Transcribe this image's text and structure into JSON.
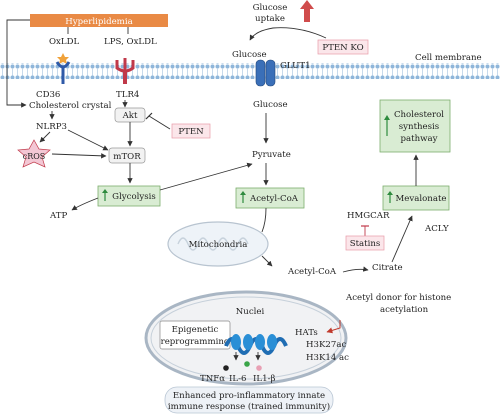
{
  "labels": {
    "hyperlipidemia": "Hyperlipidemia",
    "oxldl": "OxLDL",
    "lps_oxldl": "LPS, OxLDL",
    "cd36": "CD36",
    "tlr4": "TLR4",
    "cholesterol_crystal": "Cholesterol crystal",
    "nlrp3": "NLRP3",
    "akt": "Akt",
    "pten": "PTEN",
    "cros": "cROS",
    "mtor": "mTOR",
    "glycolysis": "Glycolysis",
    "atp": "ATP",
    "glucose_uptake_1": "Glucose",
    "glucose_uptake_2": "uptake",
    "pten_ko": "PTEN KO",
    "glucose_top": "Glucose",
    "glut1": "GLUT1",
    "cell_membrane": "Cell membrane",
    "glucose_inner": "Glucose",
    "pyruvate": "Pyruvate",
    "acetyl_coa_box": "Acetyl-CoA",
    "mitochondria": "Mitochondria",
    "acetyl_coa_free": "Acetyl-CoA",
    "citrate": "Citrate",
    "acly": "ACLY",
    "hmgcar": "HMGCAR",
    "statins": "Statins",
    "mevalonate": "Mevalonate",
    "chol_synth_1": "Cholesterol",
    "chol_synth_2": "synthesis",
    "chol_synth_3": "pathway",
    "nuclei": "Nuclei",
    "hats": "HATs",
    "acetyl_donor_1": "Acetyl donor for histone",
    "acetyl_donor_2": "acetylation",
    "epigenetic_1": "Epigenetic",
    "epigenetic_2": "reprogramming",
    "h3k27ac": "H3K27ac",
    "h3k14ac": "H3K14 ac",
    "tnfa": "TNFα",
    "il6": "IL-6",
    "il1b": "IL1-β",
    "enhanced_1": "Enhanced pro-inflammatory innate",
    "enhanced_2": "immune response (trained immunity)"
  },
  "colors": {
    "hyperlipidemia_fill": "#e98a45",
    "green_box_fill": "#d9ecd3",
    "green_box_stroke": "#7cae6c",
    "pink_box_fill": "#fbe6ea",
    "pink_box_stroke": "#e89aa8",
    "membrane": "#8fb6da",
    "up_arrow": "#2e8b3e",
    "glucose_uptake_arrow": "#d04c4c"
  }
}
